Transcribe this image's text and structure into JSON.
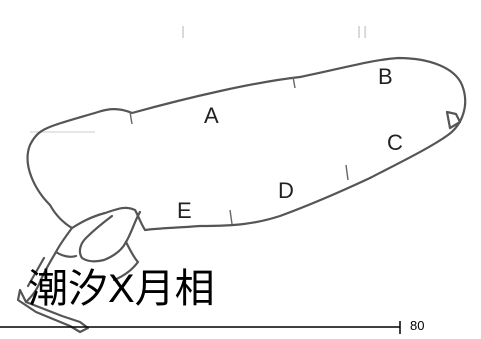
{
  "diagram": {
    "segment_labels": [
      "A",
      "B",
      "C",
      "D",
      "E"
    ],
    "caption": "潮汐X月相",
    "scale_label": "80"
  }
}
